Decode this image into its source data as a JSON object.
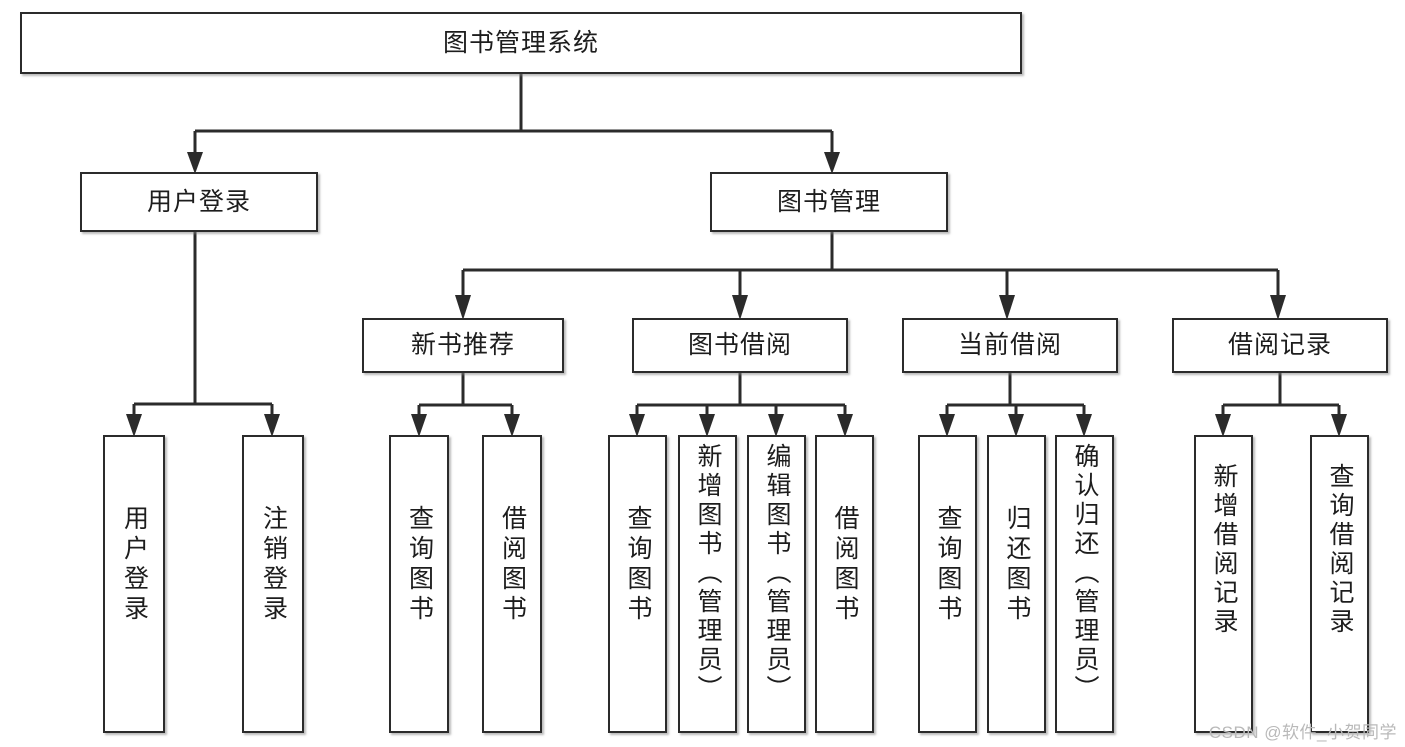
{
  "diagram": {
    "type": "tree",
    "title": "图书管理系统",
    "orientation": "top-down",
    "root": {
      "id": "root",
      "label": "图书管理系统"
    },
    "levels": [
      {
        "level": 1,
        "nodes": [
          {
            "id": "user-login",
            "label": "用户登录",
            "parent": "root"
          },
          {
            "id": "book-manage",
            "label": "图书管理",
            "parent": "root"
          }
        ]
      },
      {
        "level": 2,
        "nodes": [
          {
            "id": "new-book-rec",
            "label": "新书推荐",
            "parent": "book-manage"
          },
          {
            "id": "book-borrow",
            "label": "图书借阅",
            "parent": "book-manage"
          },
          {
            "id": "current-borrow",
            "label": "当前借阅",
            "parent": "book-manage"
          },
          {
            "id": "borrow-record",
            "label": "借阅记录",
            "parent": "book-manage"
          }
        ]
      },
      {
        "level": 3,
        "nodes": [
          {
            "id": "leaf-user-login",
            "label": "用户登录",
            "parent": "user-login"
          },
          {
            "id": "leaf-logout",
            "label": "注销登录",
            "parent": "user-login"
          },
          {
            "id": "leaf-query-book-1",
            "label": "查询图书",
            "parent": "new-book-rec"
          },
          {
            "id": "leaf-borrow-book-1",
            "label": "借阅图书",
            "parent": "new-book-rec"
          },
          {
            "id": "leaf-query-book-2",
            "label": "查询图书",
            "parent": "book-borrow"
          },
          {
            "id": "leaf-add-book",
            "label": "新增图书（管理员）",
            "parent": "book-borrow"
          },
          {
            "id": "leaf-edit-book",
            "label": "编辑图书（管理员）",
            "parent": "book-borrow"
          },
          {
            "id": "leaf-borrow-book-2",
            "label": "借阅图书",
            "parent": "book-borrow"
          },
          {
            "id": "leaf-query-book-3",
            "label": "查询图书",
            "parent": "current-borrow"
          },
          {
            "id": "leaf-return-book",
            "label": "归还图书",
            "parent": "current-borrow"
          },
          {
            "id": "leaf-confirm-return",
            "label": "确认归还（管理员）",
            "parent": "current-borrow"
          },
          {
            "id": "leaf-add-record",
            "label": "新增借阅记录",
            "parent": "borrow-record"
          },
          {
            "id": "leaf-query-record",
            "label": "查询借阅记录",
            "parent": "borrow-record"
          }
        ]
      }
    ],
    "colors": {
      "box_border": "#2b2b2b",
      "box_fill": "#ffffff",
      "connector": "#2b2b2b",
      "text": "#1d1d1d",
      "watermark": "#b9b9b9",
      "background": "#ffffff"
    }
  },
  "watermark": {
    "text": "CSDN @软件_小贺同学"
  }
}
